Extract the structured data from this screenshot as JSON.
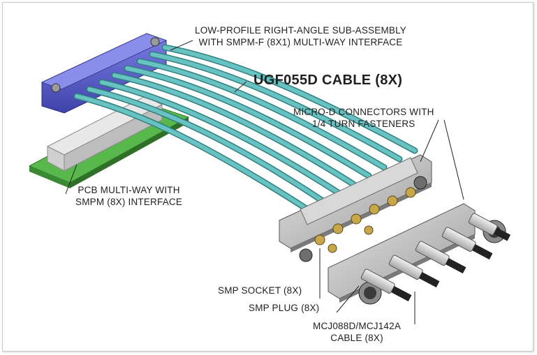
{
  "labels": {
    "subassembly": [
      "LOW-PROFILE RIGHT-ANGLE SUB-ASSEMBLY",
      "WITH SMPM-F (8X1) MULTI-WAY INTERFACE"
    ],
    "cable": "UGF055D CABLE (8X)",
    "microd": [
      "MICRO-D CONNECTORS WITH",
      "1/4 TURN FASTENERS"
    ],
    "pcb": [
      "PCB MULTI-WAY WITH",
      "SMPM (8X) INTERFACE"
    ],
    "smp_socket": "SMP SOCKET (8X)",
    "smp_plug": "SMP PLUG (8X)",
    "mcj": [
      "MCJ088D/MCJ142A",
      "CABLE (8X)"
    ]
  },
  "colors": {
    "block_blue": "#5b5fd0",
    "cable_teal": "#5fb7b7",
    "pcb_green": "#58b84c",
    "metal": "#b8b8b8",
    "brass": "#c8a64a"
  }
}
